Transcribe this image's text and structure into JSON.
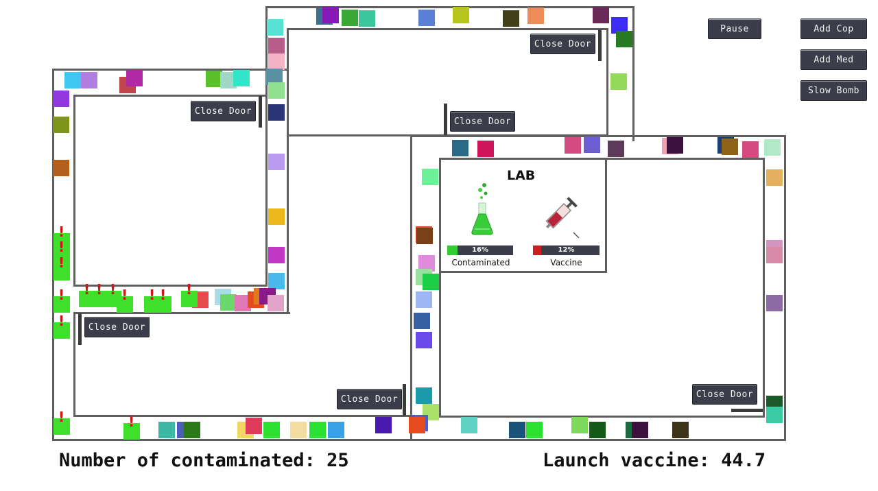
{
  "controls": {
    "pause": "Pause",
    "add_cop": "Add Cop",
    "add_med": "Add Med",
    "slow_bomb": "Slow Bomb"
  },
  "doors": {
    "door1": "Close Door",
    "door2": "Close Door",
    "door3": "Close Door",
    "door4": "Close Door",
    "door5": "Close Door",
    "door6": "Close Door"
  },
  "lab": {
    "title": "LAB",
    "contaminated_pct": "16%",
    "contaminated_label": "Contaminated",
    "contaminated_value": 0.16,
    "vaccine_pct": "12%",
    "vaccine_label": "Vaccine",
    "vaccine_value": 0.12,
    "icons": [
      "flask-icon",
      "syringe-icon"
    ]
  },
  "status": {
    "contaminated_text": "Number of contaminated: 25",
    "vaccine_text": "Launch vaccine: 44.7"
  },
  "colors": {
    "infected": "#3fe02b",
    "alert": "#d11515",
    "wall": "#5e5e5e",
    "button": "#3b3e4a",
    "contaminated_fill": "#33cc33",
    "vaccine_fill": "#cc1f1f"
  }
}
